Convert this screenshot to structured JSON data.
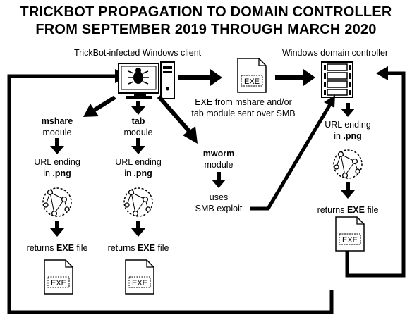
{
  "title_line1": "TRICKBOT PROPAGATION TO DOMAIN CONTROLLER",
  "title_line2": "FROM SEPTEMBER 2019 THROUGH MARCH 2020",
  "client_label": "TrickBot-infected Windows client",
  "dc_label": "Windows domain controller",
  "exe_sent_label_line1": "EXE from mshare and/or",
  "exe_sent_label_line2": "tab module sent over SMB",
  "mshare": {
    "name": "mshare",
    "module": "module",
    "url_line1": "URL ending",
    "url_in": "in",
    "url_png": ".png",
    "returns_pre": "returns",
    "returns_exe": "EXE",
    "returns_post": "file"
  },
  "tab": {
    "name": "tab",
    "module": "module",
    "url_line1": "URL ending",
    "url_in": "in",
    "url_png": ".png",
    "returns_pre": "returns",
    "returns_exe": "EXE",
    "returns_post": "file"
  },
  "mworm": {
    "name": "mworm",
    "module": "module",
    "uses": "uses",
    "exploit": "SMB exploit"
  },
  "dc_chain": {
    "url_line1": "URL ending",
    "url_in": "in",
    "url_png": ".png",
    "returns_pre": "returns",
    "returns_exe": "EXE",
    "returns_post": "file"
  },
  "exe_icon_text": "EXE",
  "icons": [
    "windows-client-icon",
    "bug-icon",
    "domain-controller-icon",
    "network-globe-icon",
    "exe-file-icon",
    "arrow-icon"
  ]
}
